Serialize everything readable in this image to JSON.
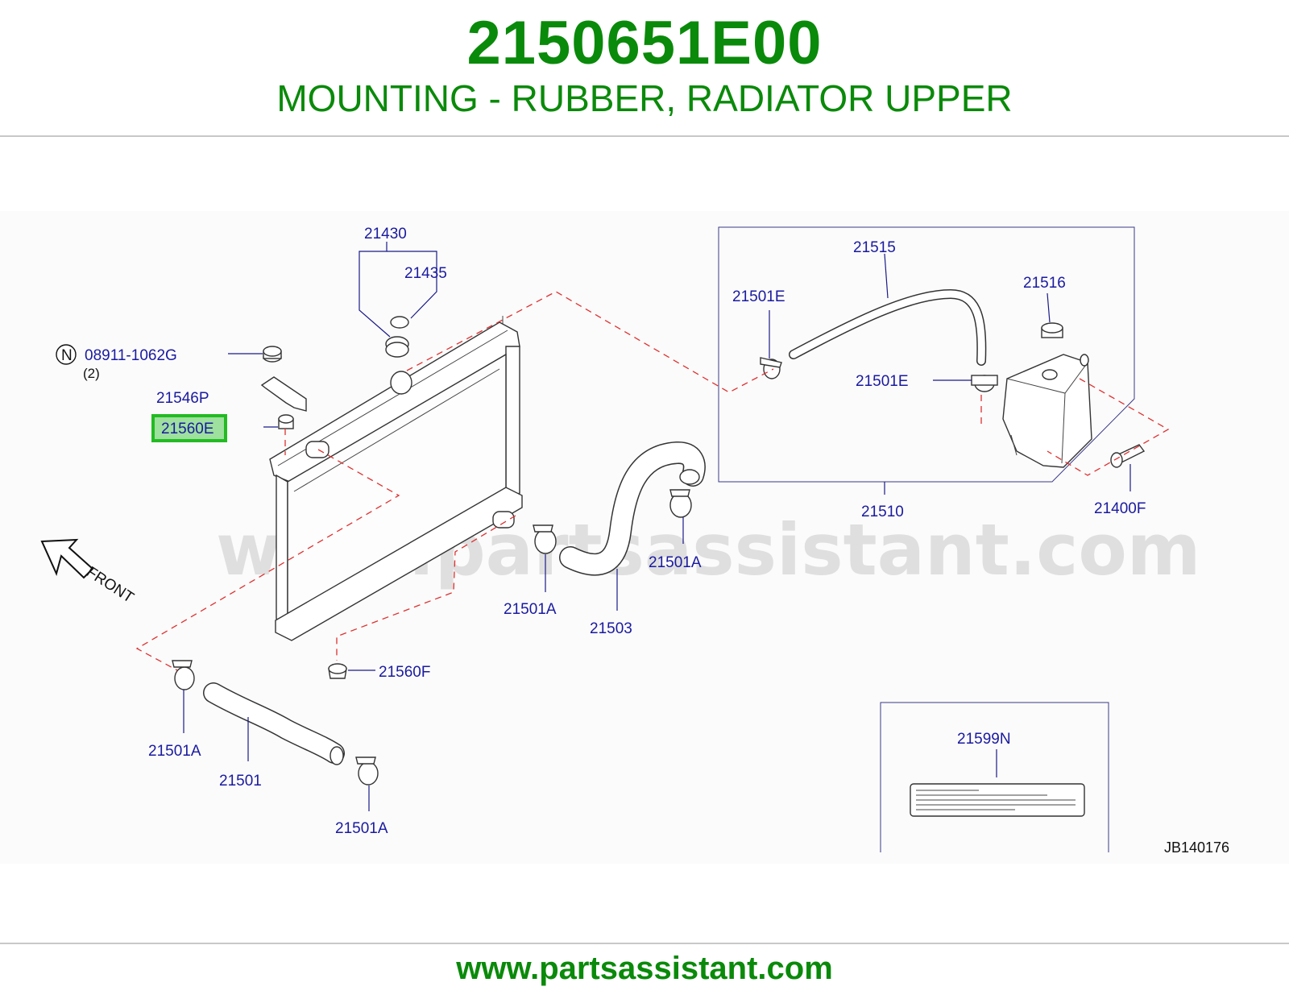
{
  "header": {
    "part_number": "2150651E00",
    "description": "MOUNTING - RUBBER, RADIATOR UPPER"
  },
  "diagram": {
    "watermark": "www.partsassistant.com",
    "front_label": "FRONT",
    "n_symbol": "N",
    "qty_note": "(2)",
    "reference_code": "JB140176",
    "highlighted_part": "21560E",
    "labels": {
      "p21430": "21430",
      "p21435": "21435",
      "p08911": "08911-1062G",
      "p21546P": "21546P",
      "p21560E": "21560E",
      "p21515": "21515",
      "p21501E_a": "21501E",
      "p21516": "21516",
      "p21501E_b": "21501E",
      "p21510": "21510",
      "p21400F": "21400F",
      "p21501A_a": "21501A",
      "p21501A_b": "21501A",
      "p21503": "21503",
      "p21560F": "21560F",
      "p21501A_c": "21501A",
      "p21501": "21501",
      "p21501A_d": "21501A",
      "p21599N": "21599N"
    },
    "colors": {
      "title_green": "#0a8a0a",
      "label_blue": "#1a1aa0",
      "leader_dash_red": "#e03030",
      "highlight_border": "#22bb22",
      "highlight_fill": "#9ee09e"
    }
  },
  "footer": {
    "url": "www.partsassistant.com"
  }
}
